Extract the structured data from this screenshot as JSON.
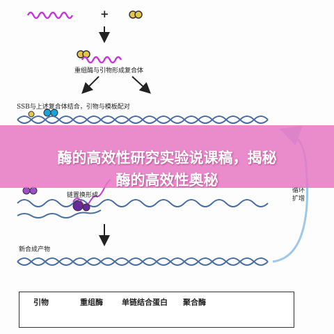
{
  "plus_sign": "+",
  "labels": {
    "recombinase_primer_complex": "重组酶与引物形成复合体",
    "ssb_binding": "SSB与上述复合体结合，引物与模板配对",
    "strand_displacement": "链置换形成",
    "cycle_amplification": "循环扩增",
    "new_product": "新合成产物"
  },
  "banner": {
    "line1": "酶的高效性研究实验说课稿，揭秘",
    "line2": "酶的高效性奥秘"
  },
  "legend": {
    "primer": "引物",
    "recombinase": "重组酶",
    "ssb": "单链结合蛋白",
    "polymerase": "聚合酶"
  },
  "colors": {
    "primer": "#c23bd6",
    "dna_strand": "#4a6fa0",
    "ssb": "#1aa3d8",
    "polymerase": "#6a2a9a",
    "cycle_arrow": "#9ec8e8",
    "banner": "#e778c4"
  }
}
